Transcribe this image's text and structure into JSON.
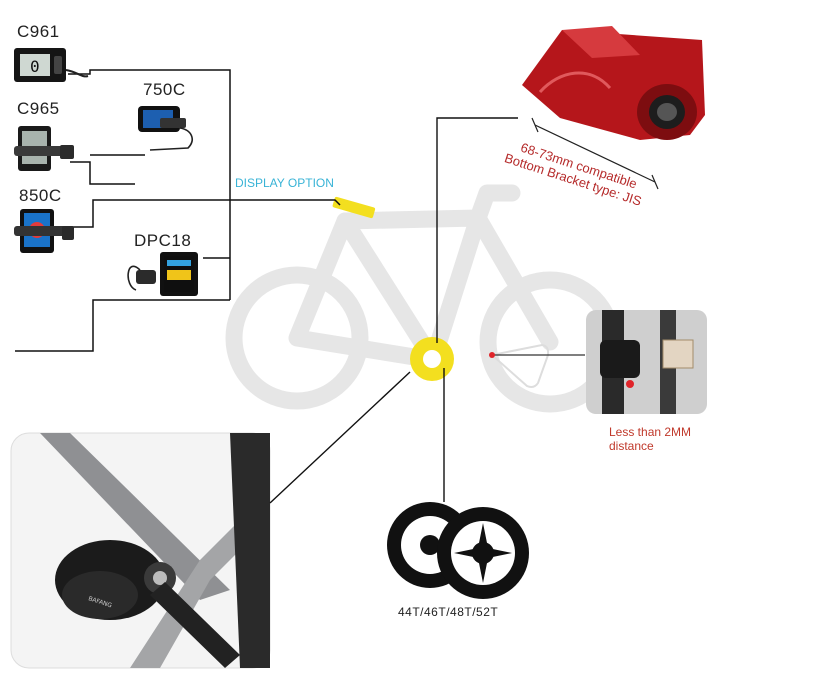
{
  "displays": {
    "c961": "C961",
    "c750": "750C",
    "c965": "C965",
    "c850": "850C",
    "dpc18": "DPC18",
    "c961_screen": "0"
  },
  "display_option_label": "DISPLAY OPTION",
  "bottom_bracket": {
    "line1": "68-73mm compatible",
    "line2": "Bottom Bracket type: JIS"
  },
  "sensor_note": {
    "line1": "Less than 2MM",
    "line2": "distance"
  },
  "chainring_sizes": "44T/46T/48T/52T",
  "motor_brand": "BAFANG",
  "colors": {
    "frame_red": "#b5161b",
    "highlight_yellow": "#f3df1f",
    "sensor_red": "#e0242a",
    "bike_silhouette": "#e6e6e6",
    "display_option_text": "#38b3d6"
  }
}
